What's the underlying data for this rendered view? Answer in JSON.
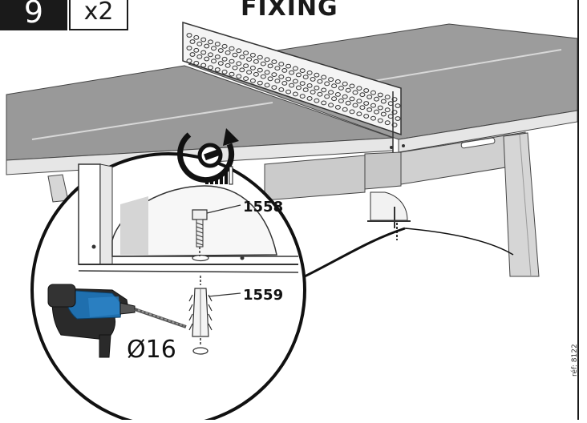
{
  "header": {
    "step_number": "9",
    "quantity": "x2",
    "title": "FIXING"
  },
  "parts": {
    "screw_ref": "1558",
    "plug_ref": "1559",
    "drill_diameter": "Ø16"
  },
  "footer": {
    "code": "réf: 8122"
  },
  "icons": {
    "tool": "wrench-rotate-icon",
    "torque": "torque-level-icon",
    "drill": "hammer-drill-icon"
  },
  "colors": {
    "table_top": "#9a9a9a",
    "table_top_dark": "#8a8a8a",
    "frame": "#d9d9d9",
    "drill_blue": "#1f6fae",
    "ink": "#1a1a1a"
  }
}
